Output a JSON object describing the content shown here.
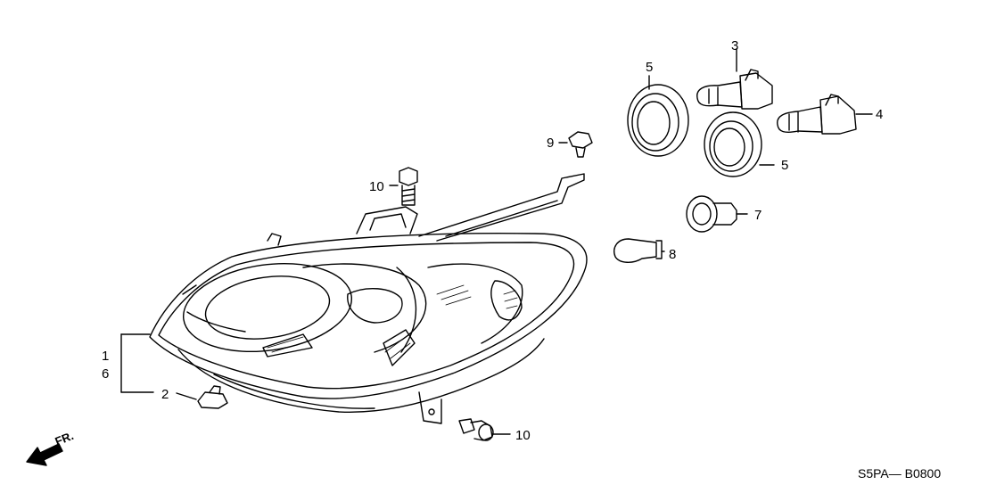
{
  "callouts": {
    "c1": "1",
    "c6": "6",
    "c2": "2",
    "c3": "3",
    "c4": "4",
    "c5a": "5",
    "c5b": "5",
    "c7": "7",
    "c8": "8",
    "c9": "9",
    "c10a": "10",
    "c10b": "10"
  },
  "front_label": "FR.",
  "diagram_code": "S5PA— B0800"
}
